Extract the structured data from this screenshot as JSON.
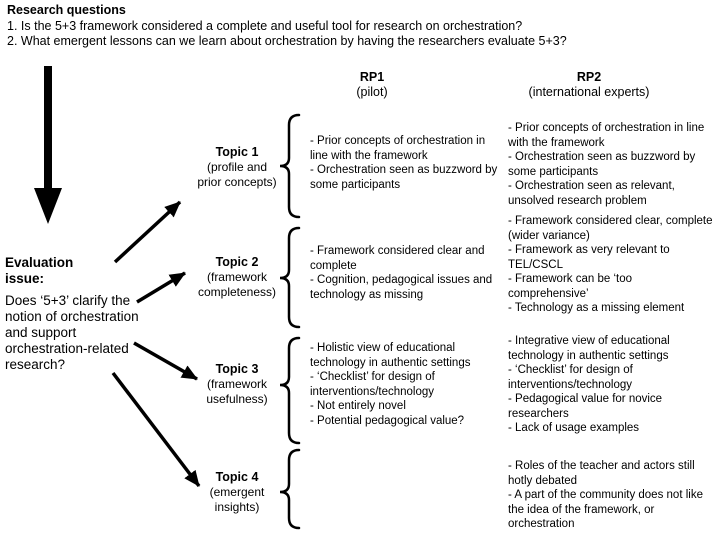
{
  "header": {
    "title": "Research questions",
    "question1": "1. Is the 5+3 framework considered a complete and useful tool for research on orchestration?",
    "question2": "2. What emergent lessons can we learn about orchestration by having the researchers evaluate 5+3?"
  },
  "evaluation_issue": {
    "title": "Evaluation\nissue:",
    "question": "Does ‘5+3’ clarify the\nnotion of orchestration\nand support\norchestration-related\nresearch?"
  },
  "columns": {
    "rp1": {
      "name": "RP1",
      "subtitle": "(pilot)"
    },
    "rp2": {
      "name": "RP2",
      "subtitle": "(international experts)"
    }
  },
  "topics": [
    {
      "name": "Topic 1",
      "subtitle": "(profile and\nprior concepts)",
      "rp1_findings": [
        "- Prior concepts of orchestration in\nline with the framework",
        "- Orchestration seen as buzzword by\nsome participants"
      ],
      "rp2_findings": [
        "- Prior concepts of orchestration in line\nwith the framework",
        "- Orchestration seen as buzzword by\nsome participants",
        "- Orchestration seen as relevant,\nunsolved research problem"
      ]
    },
    {
      "name": "Topic 2",
      "subtitle": "(framework\ncompleteness)",
      "rp1_findings": [
        "- Framework considered clear and\ncomplete",
        "- Cognition, pedagogical issues and\ntechnology as missing"
      ],
      "rp2_findings": [
        "- Framework considered clear, complete\n(wider variance)",
        "- Framework as very relevant to\nTEL/CSCL",
        "- Framework can be ‘too\ncomprehensive’",
        "- Technology as a missing element"
      ]
    },
    {
      "name": "Topic 3",
      "subtitle": "(framework\nusefulness)",
      "rp1_findings": [
        "- Holistic view of educational\ntechnology in authentic settings",
        "- ‘Checklist’ for design of\ninterventions/technology",
        "- Not entirely novel",
        "- Potential pedagogical value?"
      ],
      "rp2_findings": [
        "- Integrative view of educational\ntechnology in authentic settings",
        "- ‘Checklist’ for design of\ninterventions/technology",
        "- Pedagogical value for novice\nresearchers",
        "- Lack of usage examples"
      ]
    },
    {
      "name": "Topic 4",
      "subtitle": "(emergent\ninsights)",
      "rp1_findings": [],
      "rp2_findings": [
        "- Roles of the teacher and actors still\nhotly debated",
        "- A part of the community does not like\nthe idea of the framework, or\norchestration"
      ]
    }
  ]
}
